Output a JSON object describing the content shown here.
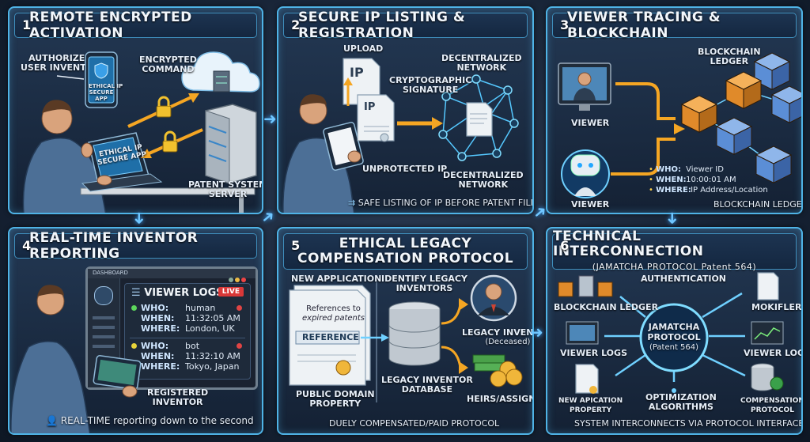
{
  "panels": {
    "p1": {
      "num": "1",
      "title": "Remote Encrypted Activation",
      "user_label": [
        "AUTHORIZED",
        "USER INVENTOR"
      ],
      "phone_label": [
        "ETHICAL IP",
        "SECURE",
        "APP"
      ],
      "laptop_label": [
        "ETHICAL IP",
        "SECURE APP"
      ],
      "command_label": [
        "ENCRYPTED",
        "COMMAND"
      ],
      "server_label": [
        "PATENT SYSTEM",
        "SERVER"
      ]
    },
    "p2": {
      "num": "2",
      "title": "Secure IP Listing & Registration",
      "upload_label": "UPLOAD",
      "doc_ip_1": "IP",
      "doc_ip_2": "IP",
      "crypto_label": [
        "CRYPTOGRAPHIC",
        "SIGNATURE"
      ],
      "network_top": [
        "DECENTRALIZED",
        "NETWORK"
      ],
      "network_bottom": [
        "DECENTRALIZED",
        "NETWORK"
      ],
      "unprotected_label": "UNPROTECTED IP",
      "footer": "SAFE LISTING OF IP BEFORE PATENT FILING"
    },
    "p3": {
      "num": "3",
      "title": "Viewer Tracing & Blockchain",
      "ledger_label": [
        "BLOCKCHAIN",
        "LEDGER"
      ],
      "viewer_1": "VIEWER",
      "viewer_2": "VIEWER",
      "info": [
        {
          "k": "WHO:",
          "v": "Viewer ID"
        },
        {
          "k": "WHEN:",
          "v": "10:00:01 AM"
        },
        {
          "k": "WHERE:",
          "v": "IP Address/Location"
        }
      ],
      "footer": "BLOCKCHAIN LEDGER"
    },
    "p4": {
      "num": "4",
      "title": "Real-Time Inventor Reporting",
      "dashboard": "DASHBOARD",
      "logs_title": "VIEWER LOGS",
      "live": "LIVE",
      "entry1": {
        "who_k": "WHO:",
        "who_v": "human",
        "when_k": "WHEN:",
        "when_v": "11:32:05 AM",
        "where_k": "WHERE:",
        "where_v": "London, UK"
      },
      "entry2": {
        "who_k": "WHO:",
        "who_v": "bot",
        "when_k": "WHEN:",
        "when_v": "11:32:10 AM",
        "where_k": "WHERE:",
        "where_v": "Tokyo, Japan"
      },
      "registered_label": [
        "REGISTERED",
        "INVENTOR"
      ],
      "footer": "REAL-TIME reporting down to the second"
    },
    "p5": {
      "num": "5",
      "title_1": "Ethical Legacy",
      "title_2": "Compensation Protocol",
      "new_app": "NEW APPLICATION",
      "doc_ref_text": [
        "References to",
        "expired patents"
      ],
      "doc_ref_btn": "REFERENCE",
      "identify_label": [
        "IDENTIFY LEGACY",
        "INVENTORS"
      ],
      "legacy_inventor": "LEGACY INVENTOR",
      "deceased": "(Deceased)",
      "database_label": [
        "LEGACY INVENTOR",
        "DATABASE"
      ],
      "public_domain": [
        "PUBLIC DOMAIN",
        "PROPERTY"
      ],
      "heirs": "HEIRS/ASSIGNS",
      "footer": "DUELY COMPENSATED/PAID PROTOCOL"
    },
    "p6": {
      "num": "6",
      "title": "Technical Interconnection",
      "subtitle": "(JAMATCHA PROTOCOL Patent 564)",
      "center_1": "JAMATCHA",
      "center_2": "PROTOCOL",
      "center_3": "(Patent 564)",
      "authentication": "AUTHENTICATION",
      "blockchain_ledger": "BLOCKCHAIN LEDGER",
      "mokifler": "MOKIFLER",
      "viewer_logs_left": "VIEWER LOGS",
      "viewer_logs_right": "VIEWER LOGS",
      "new_app_property": [
        "NEW APICATION",
        "PROPERTY"
      ],
      "optimization": [
        "OPTIMIZATION",
        "ALGORITHMS"
      ],
      "compensation": [
        "COMPENSATION",
        "PROTOCOL"
      ],
      "footer": "SYSTEM INTERCONNECTS via PROTOCOL INTERFACE"
    }
  },
  "colors": {
    "accent": "#4fb3e6",
    "arrow_orange": "#f5a623",
    "ledger_orange": "#e08a2a",
    "ledger_blue": "#5b8ed6",
    "live_red": "#d93838"
  }
}
